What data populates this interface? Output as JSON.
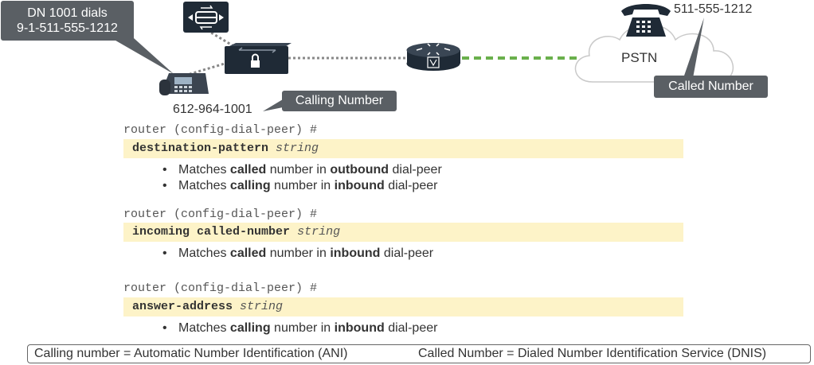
{
  "callouts": {
    "dial": [
      "DN 1001 dials",
      "9-1-511-555-1212"
    ],
    "calling": "Calling Number",
    "called": "Called Number"
  },
  "numbers": {
    "calling": "612-964-1001",
    "called": "511-555-1212"
  },
  "cloud_label": "PSTN",
  "sections": [
    {
      "prompt": "router (config-dial-peer) #",
      "keyword": "destination-pattern",
      "arg": "string",
      "bullets": [
        [
          [
            "Matches ",
            false
          ],
          [
            "called",
            true
          ],
          [
            " number in ",
            false
          ],
          [
            "outbound",
            true
          ],
          [
            " dial-peer",
            false
          ]
        ],
        [
          [
            "Matches ",
            false
          ],
          [
            "calling",
            true
          ],
          [
            " number in ",
            false
          ],
          [
            "inbound",
            true
          ],
          [
            " dial-peer",
            false
          ]
        ]
      ]
    },
    {
      "prompt": "router (config-dial-peer) #",
      "keyword": "incoming called-number",
      "arg": "string",
      "bullets": [
        [
          [
            "Matches ",
            false
          ],
          [
            "called",
            true
          ],
          [
            " number in ",
            false
          ],
          [
            "inbound",
            true
          ],
          [
            " dial-peer",
            false
          ]
        ]
      ]
    },
    {
      "prompt": "router (config-dial-peer) #",
      "keyword": "answer-address",
      "arg": "string",
      "bullets": [
        [
          [
            "Matches ",
            false
          ],
          [
            "calling",
            true
          ],
          [
            " number in ",
            false
          ],
          [
            "inbound",
            true
          ],
          [
            " dial-peer",
            false
          ]
        ]
      ]
    }
  ],
  "footer": {
    "left": "Calling number = Automatic Number Identification (ANI)",
    "right": "Called Number = Dialed Number Identification Service (DNIS)"
  },
  "colors": {
    "callout": "#5a5f64",
    "device": "#1f2a36",
    "highlight": "#fdf3c8",
    "pstn_link": "#6ab04c"
  }
}
